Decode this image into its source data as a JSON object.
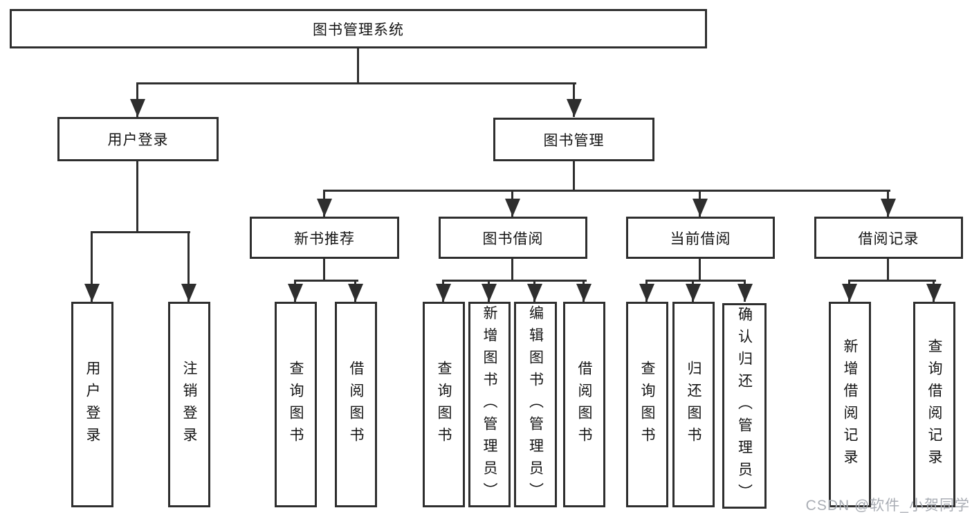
{
  "diagram": {
    "type": "hierarchy-tree",
    "colors": {
      "line": "#2e2e2e",
      "box_border": "#2e2e2e",
      "text": "#141414",
      "background": "#ffffff",
      "watermark": "#a9adb4"
    },
    "root": {
      "label": "图书管理系统",
      "children": [
        {
          "label": "用户登录",
          "children": [
            {
              "label": "用户登录"
            },
            {
              "label": "注销登录"
            }
          ]
        },
        {
          "label": "图书管理",
          "children": [
            {
              "label": "新书推荐",
              "children": [
                {
                  "label": "查询图书"
                },
                {
                  "label": "借阅图书"
                }
              ]
            },
            {
              "label": "图书借阅",
              "children": [
                {
                  "label": "查询图书"
                },
                {
                  "label": "新增图书（管理员）"
                },
                {
                  "label": "编辑图书（管理员）"
                },
                {
                  "label": "借阅图书"
                }
              ]
            },
            {
              "label": "当前借阅",
              "children": [
                {
                  "label": "查询图书"
                },
                {
                  "label": "归还图书"
                },
                {
                  "label": "确认归还（管理员）"
                }
              ]
            },
            {
              "label": "借阅记录",
              "children": [
                {
                  "label": "新增借阅记录"
                },
                {
                  "label": "查询借阅记录"
                }
              ]
            }
          ]
        }
      ]
    },
    "watermark": {
      "text": "CSDN @软件_小贺同学"
    }
  }
}
